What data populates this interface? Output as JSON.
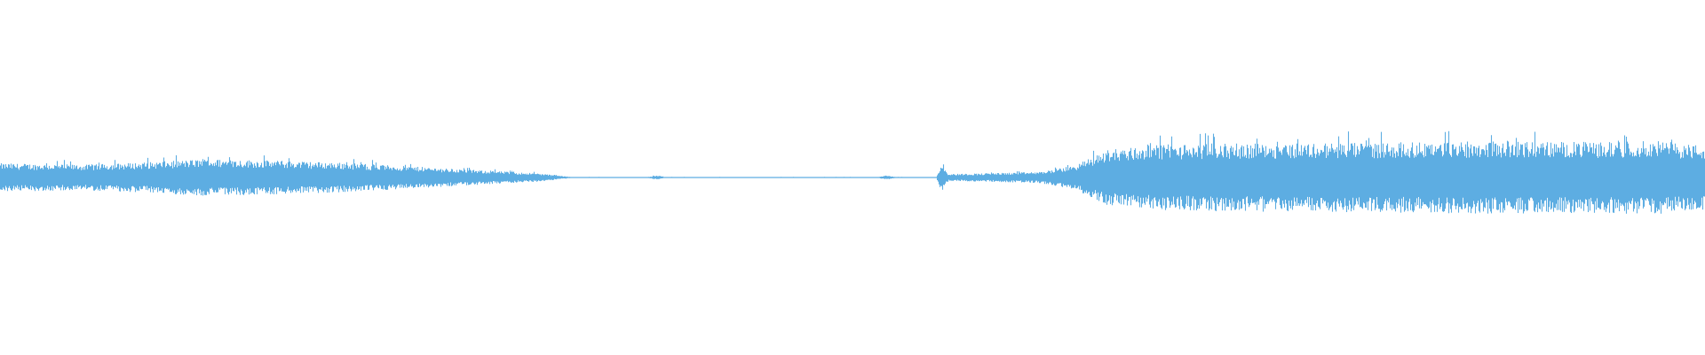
{
  "waveform": {
    "color": "#5dade2",
    "background": "#ffffff",
    "amplitude_profile": [
      [
        0.0,
        0.04
      ],
      [
        0.05,
        0.036
      ],
      [
        0.09,
        0.044
      ],
      [
        0.12,
        0.052
      ],
      [
        0.16,
        0.048
      ],
      [
        0.2,
        0.042
      ],
      [
        0.23,
        0.034
      ],
      [
        0.26,
        0.026
      ],
      [
        0.29,
        0.018
      ],
      [
        0.315,
        0.012
      ],
      [
        0.33,
        0.004
      ],
      [
        0.335,
        0.0015
      ],
      [
        0.38,
        0.0015
      ],
      [
        0.385,
        0.006
      ],
      [
        0.39,
        0.0015
      ],
      [
        0.515,
        0.0015
      ],
      [
        0.52,
        0.006
      ],
      [
        0.525,
        0.0015
      ],
      [
        0.549,
        0.0015
      ],
      [
        0.552,
        0.04
      ],
      [
        0.556,
        0.01
      ],
      [
        0.58,
        0.012
      ],
      [
        0.61,
        0.016
      ],
      [
        0.63,
        0.034
      ],
      [
        0.65,
        0.08
      ],
      [
        0.68,
        0.092
      ],
      [
        0.73,
        0.096
      ],
      [
        0.8,
        0.098
      ],
      [
        0.88,
        0.102
      ],
      [
        0.94,
        0.1
      ],
      [
        0.97,
        0.104
      ],
      [
        1.0,
        0.09
      ]
    ]
  }
}
